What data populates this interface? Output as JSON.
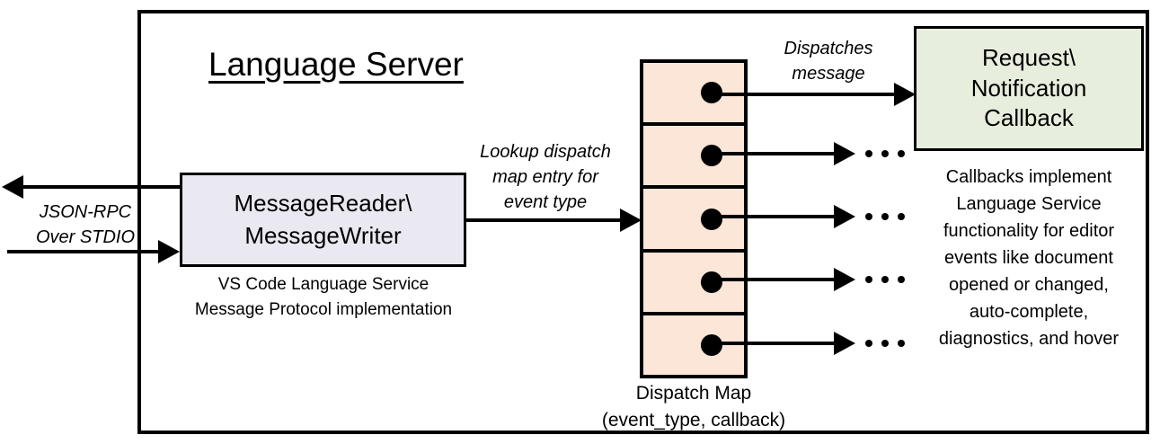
{
  "diagram": {
    "title": "Language Server",
    "frame_color": "#000000",
    "background": "#ffffff"
  },
  "message_reader": {
    "label_line1": "MessageReader\\",
    "label_line2": "MessageWriter",
    "fill_color": "#eae9f2",
    "caption_line1": "VS Code Language Service",
    "caption_line2": "Message Protocol implementation"
  },
  "dispatch_map": {
    "fill_color": "#fbe6d8",
    "rows": [
      {
        "dot": "entry-dot"
      },
      {
        "dot": "entry-dot"
      },
      {
        "dot": "entry-dot"
      },
      {
        "dot": "entry-dot"
      },
      {
        "dot": "entry-dot"
      }
    ],
    "caption_line1": "Dispatch Map",
    "caption_line2": "(event_type, callback)"
  },
  "callback": {
    "label_line1": "Request\\",
    "label_line2": "Notification",
    "label_line3": "Callback",
    "fill_color": "#e8eedd",
    "caption_line1": "Callbacks implement",
    "caption_line2": "Language Service",
    "caption_line3": "functionality for editor",
    "caption_line4": "events like document",
    "caption_line5": "opened or changed,",
    "caption_line6": "auto-complete,",
    "caption_line7": "diagnostics, and hover"
  },
  "flow_labels": {
    "jsonrpc_line1": "JSON-RPC",
    "jsonrpc_line2": "Over STDIO",
    "lookup_line1": "Lookup dispatch",
    "lookup_line2": "map entry for",
    "lookup_line3": "event type",
    "dispatches_line1": "Dispatches",
    "dispatches_line2": "message"
  }
}
